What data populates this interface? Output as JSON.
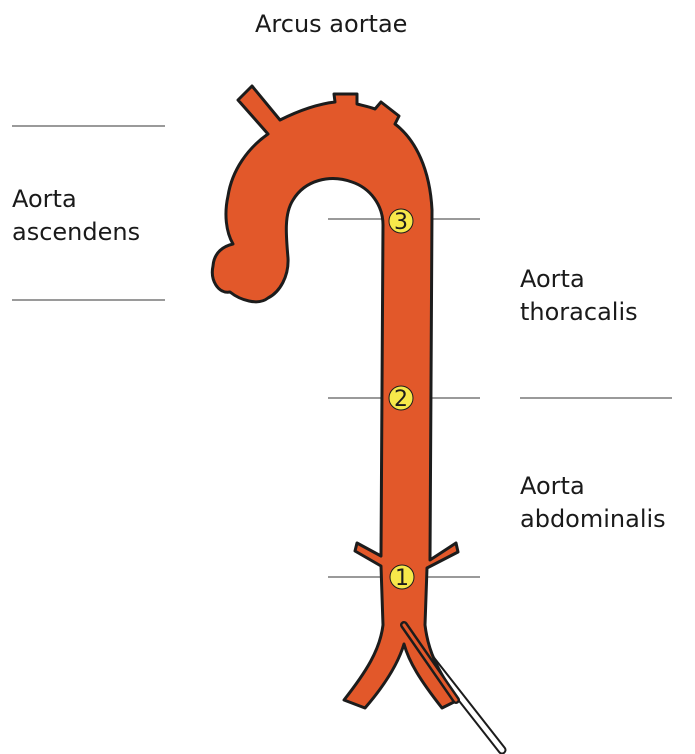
{
  "labels": {
    "arcus": "Arcus aortae",
    "ascendens": [
      "Aorta",
      "ascendens"
    ],
    "thoracalis": [
      "Aorta",
      "thoracalis"
    ],
    "abdominalis": [
      "Aorta",
      "abdominalis"
    ]
  },
  "markers": [
    "1",
    "2",
    "3"
  ],
  "colors": {
    "aorta": "#e2582a",
    "outline": "#1c1c1c",
    "marker": "#f7e84a",
    "divider": "#9a9a9a"
  }
}
